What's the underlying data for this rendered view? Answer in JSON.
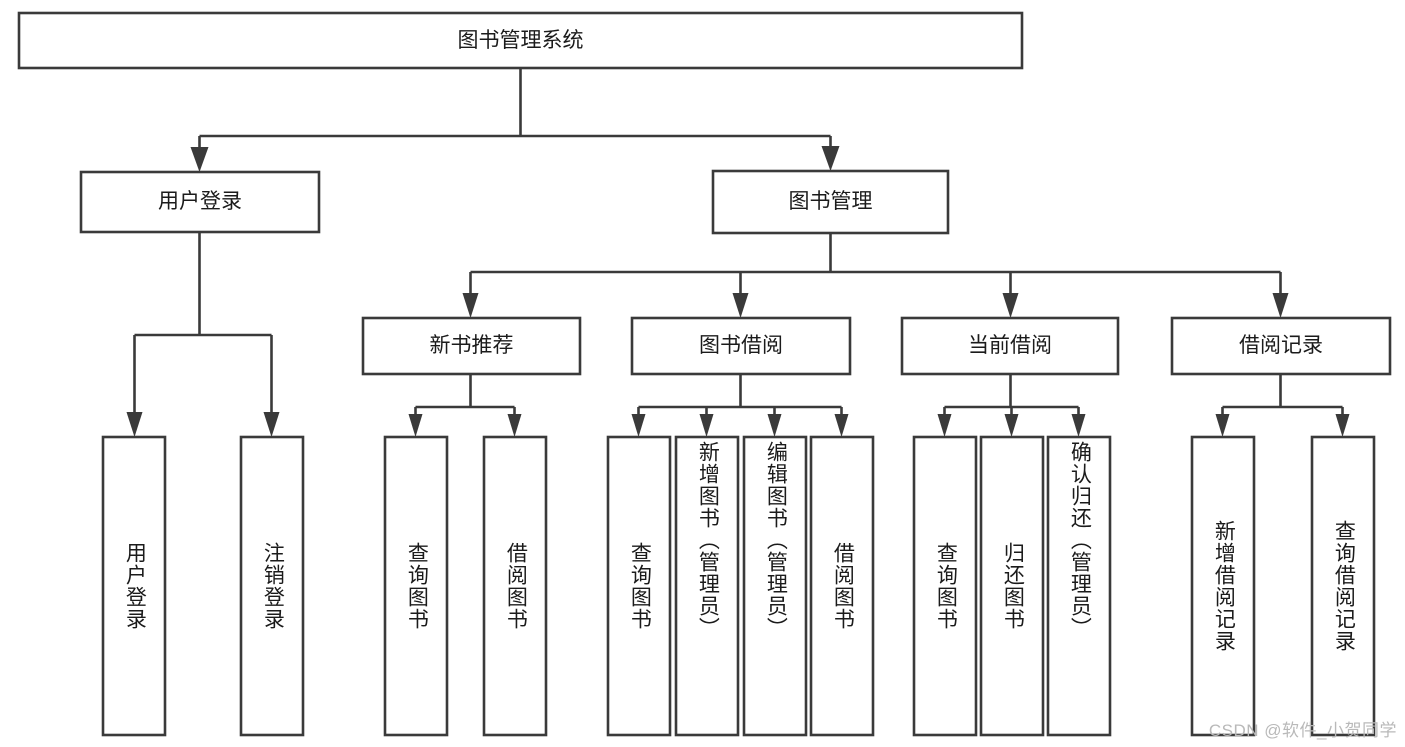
{
  "diagram": {
    "title": "图书管理系统",
    "type": "tree",
    "background_color": "#ffffff",
    "line_color": "#3a3a3a",
    "box_fill": "#ffffff",
    "text_color": "#1b1b1b"
  },
  "nodes": {
    "root": {
      "label": "图书管理系统",
      "orientation": "horizontal"
    },
    "level1": [
      {
        "id": "user-login",
        "label": "用户登录",
        "orientation": "horizontal"
      },
      {
        "id": "book-manage",
        "label": "图书管理",
        "orientation": "horizontal"
      }
    ],
    "level2": [
      {
        "id": "new-book-recommend",
        "label": "新书推荐",
        "orientation": "horizontal",
        "parent": "book-manage"
      },
      {
        "id": "book-borrow",
        "label": "图书借阅",
        "orientation": "horizontal",
        "parent": "book-manage"
      },
      {
        "id": "current-borrow",
        "label": "当前借阅",
        "orientation": "horizontal",
        "parent": "book-manage"
      },
      {
        "id": "borrow-record",
        "label": "借阅记录",
        "orientation": "horizontal",
        "parent": "book-manage"
      }
    ],
    "leaves": [
      {
        "id": "leaf-user-login",
        "label": "用户登录",
        "orientation": "vertical",
        "parent": "user-login"
      },
      {
        "id": "leaf-logout-login",
        "label": "注销登录",
        "orientation": "vertical",
        "parent": "user-login"
      },
      {
        "id": "leaf-query-book-1",
        "label": "查询图书",
        "orientation": "vertical",
        "parent": "new-book-recommend"
      },
      {
        "id": "leaf-borrow-book-1",
        "label": "借阅图书",
        "orientation": "vertical",
        "parent": "new-book-recommend"
      },
      {
        "id": "leaf-query-book-2",
        "label": "查询图书",
        "orientation": "vertical",
        "parent": "book-borrow"
      },
      {
        "id": "leaf-add-book",
        "label": "新增图书（管理员）",
        "orientation": "vertical",
        "parent": "book-borrow"
      },
      {
        "id": "leaf-edit-book",
        "label": "编辑图书（管理员）",
        "orientation": "vertical",
        "parent": "book-borrow"
      },
      {
        "id": "leaf-borrow-book-2",
        "label": "借阅图书",
        "orientation": "vertical",
        "parent": "book-borrow"
      },
      {
        "id": "leaf-query-book-3",
        "label": "查询图书",
        "orientation": "vertical",
        "parent": "current-borrow"
      },
      {
        "id": "leaf-return-book",
        "label": "归还图书",
        "orientation": "vertical",
        "parent": "current-borrow"
      },
      {
        "id": "leaf-confirm-return",
        "label": "确认归还（管理员）",
        "orientation": "vertical",
        "parent": "current-borrow"
      },
      {
        "id": "leaf-add-record",
        "label": "新增借阅记录",
        "orientation": "vertical",
        "parent": "borrow-record"
      },
      {
        "id": "leaf-query-record",
        "label": "查询借阅记录",
        "orientation": "vertical",
        "parent": "borrow-record"
      }
    ]
  },
  "watermark": {
    "text": "CSDN @软件_小贺同学"
  }
}
